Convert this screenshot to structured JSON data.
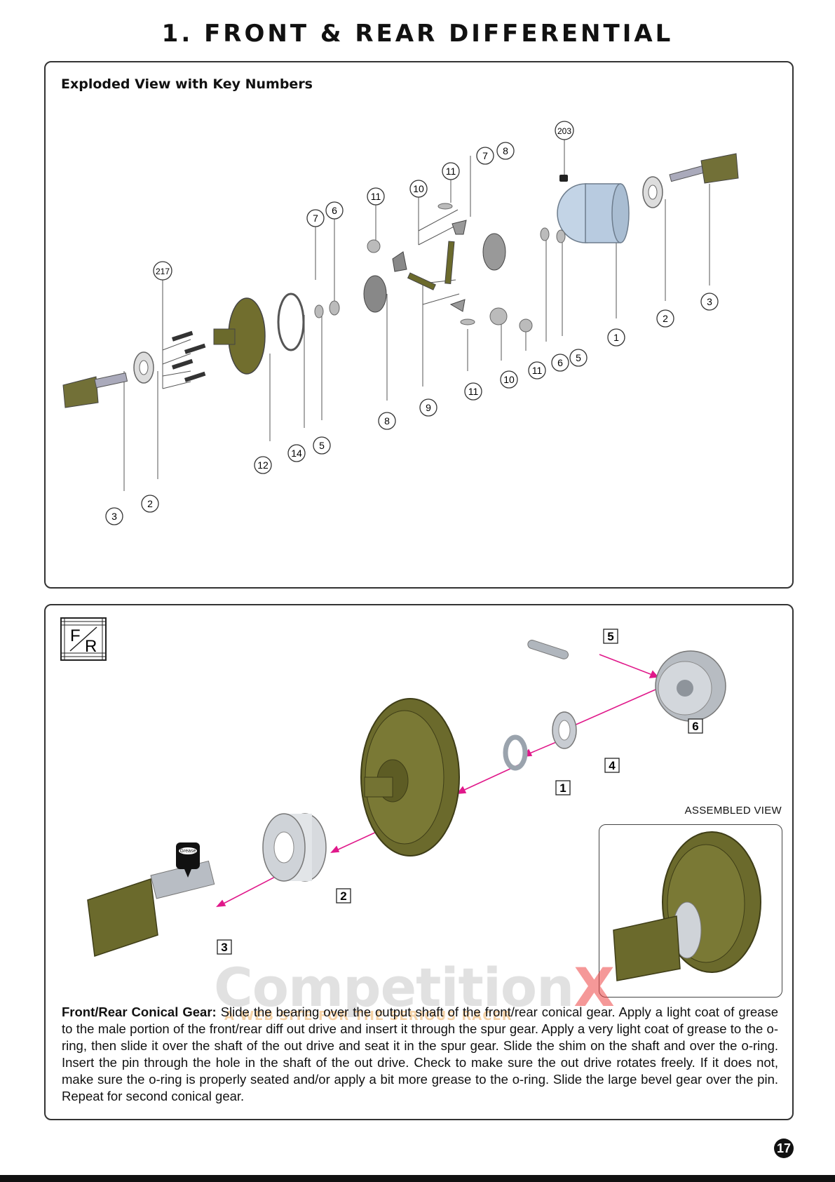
{
  "page_title": "1. FRONT & REAR DIFFERENTIAL",
  "exploded": {
    "heading": "Exploded View with Key Numbers",
    "keys": [
      "203",
      "8",
      "7",
      "11",
      "10",
      "11",
      "7",
      "6",
      "217",
      "3",
      "2",
      "1",
      "5",
      "6",
      "11",
      "10",
      "11",
      "9",
      "8",
      "5",
      "14",
      "12",
      "2",
      "3"
    ]
  },
  "assembly": {
    "badge_top": "F",
    "badge_bottom": "R",
    "step_labels": [
      "5",
      "6",
      "4",
      "1",
      "2",
      "3"
    ],
    "grease_label": "Grease",
    "assembled_label": "ASSEMBLED VIEW",
    "instruction_lead": "Front/Rear Conical Gear:",
    "instruction_text": " Slide the bearing over the output shaft of the front/rear conical gear. Apply a light coat of grease to the male portion of the front/rear diff out drive and insert it through the spur gear. Apply a very light coat of grease to the o-ring, then slide it over the shaft of the out drive and seat it in the spur gear. Slide the shim on the shaft and over the o-ring. Insert the pin through the hole in the shaft of the out drive. Check to make sure the out drive rotates freely. If it does not, make sure the o-ring is properly seated and/or apply a bit more grease to the o-ring.  Slide the large bevel gear over the pin. Repeat for second conical gear.",
    "watermark_main": "Competition",
    "watermark_x": "X",
    "watermark_sub": "A WEB SITE     FOR THE SERIOUS RACER"
  },
  "page_number": "17",
  "colors": {
    "gear": "#6b6a2c",
    "arrow": "#e0188a",
    "metal": "#c8ccd2",
    "housing": "#bcd0e4"
  }
}
